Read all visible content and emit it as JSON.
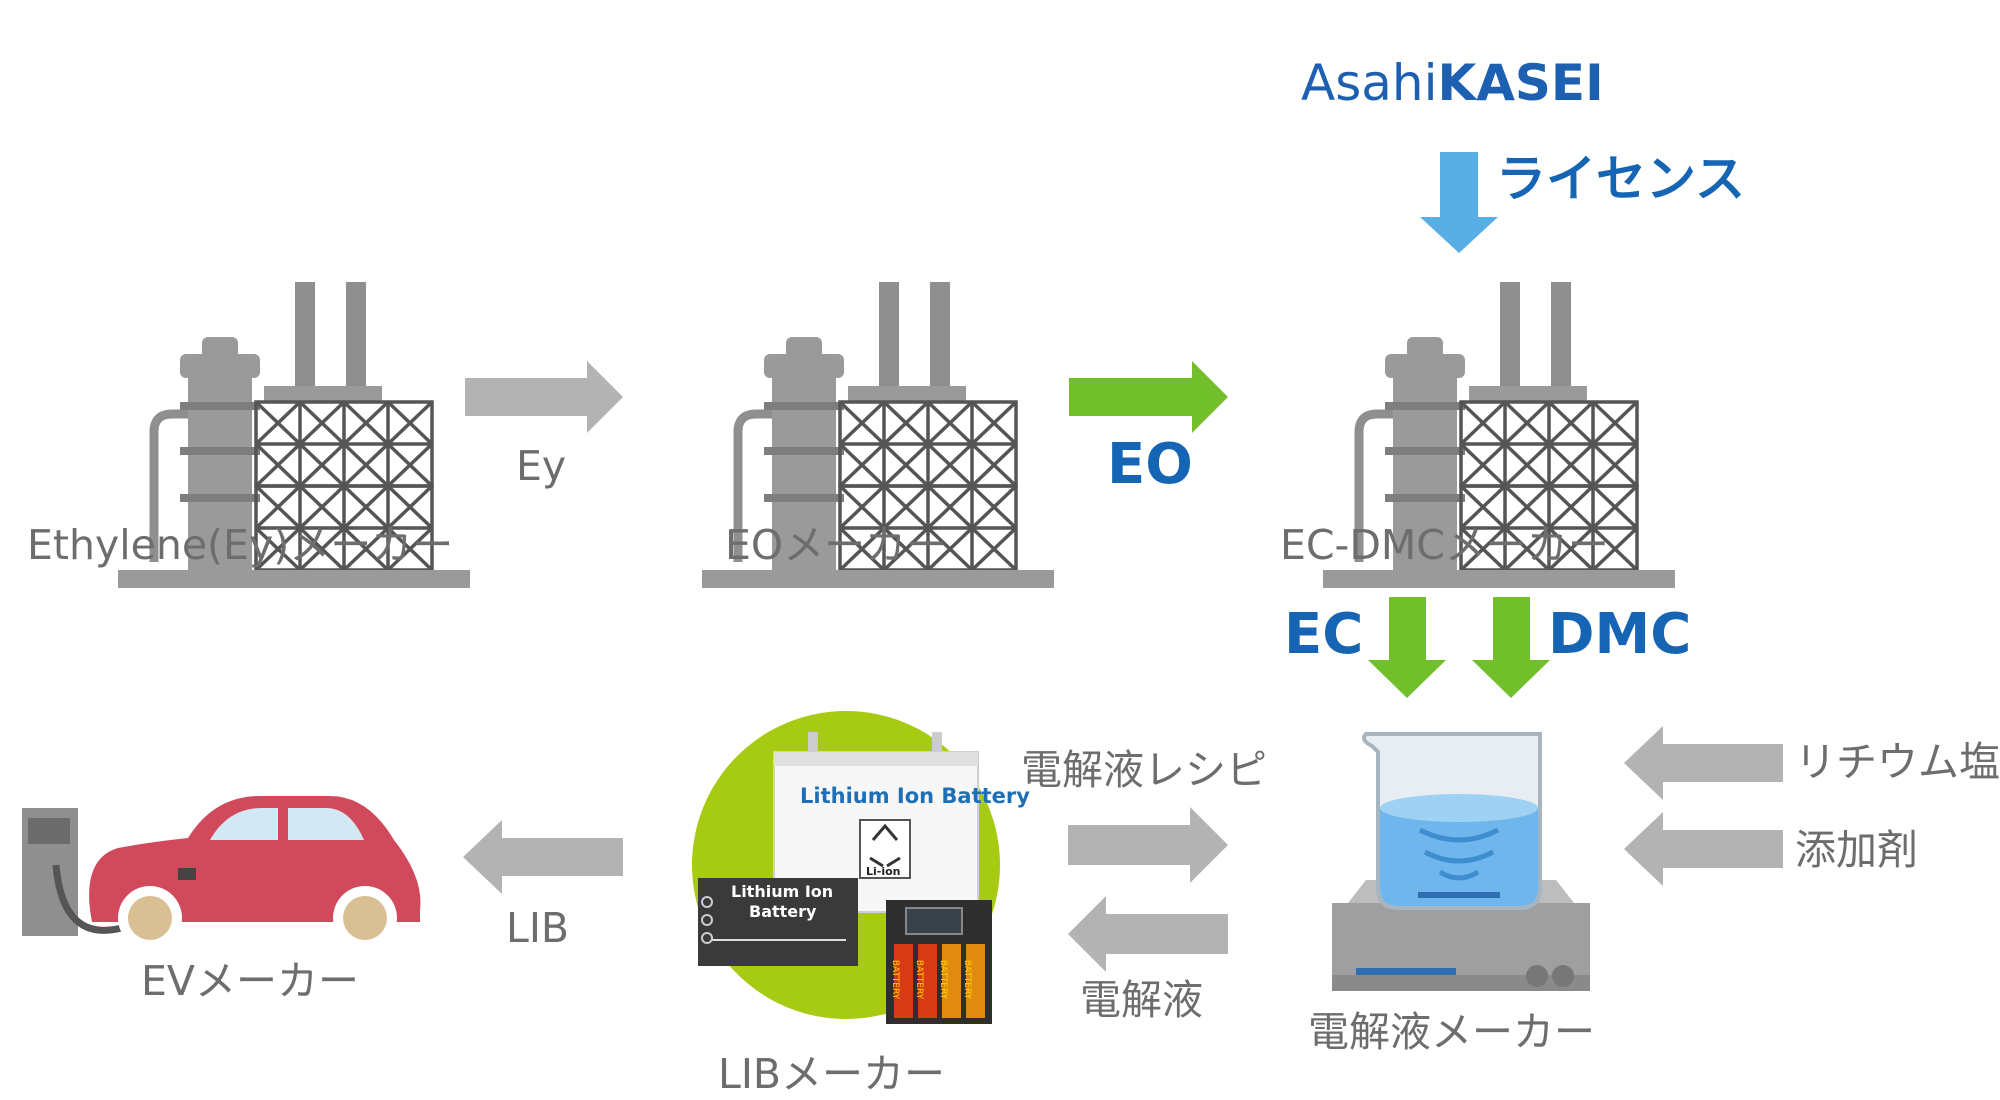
{
  "logo": {
    "text_light": "Asahi",
    "text_bold": "KASEI"
  },
  "license_label": "ライセンス",
  "nodes": {
    "ethylene_maker": "Ethylene(Ey)メーカー",
    "eo_maker": "EOメーカー",
    "ec_dmc_maker": "EC-DMCメーカー",
    "electrolyte_maker": "電解液メーカー",
    "lib_maker": "LIBメーカー",
    "ev_maker": "EVメーカー"
  },
  "flows": {
    "ey": "Ey",
    "eo": "EO",
    "ec": "EC",
    "dmc": "DMC",
    "lithium_salt": "リチウム塩",
    "additive": "添加剤",
    "electrolyte_recipe": "電解液レシピ",
    "electrolyte": "電解液",
    "lib": "LIB"
  },
  "battery_labels": {
    "big_battery": "Lithium Ion Battery",
    "recycle": "Li-ion",
    "small_battery_1": "Lithium Ion",
    "small_battery_2": "Battery",
    "aa_battery": "BATTERY"
  },
  "colors": {
    "gray_arrow": "#b3b3b3",
    "green_arrow": "#72bf2c",
    "blue_arrow": "#5aaee6",
    "blue_text": "#1565b4",
    "gray_text": "#6d6d6d",
    "lime_circle": "#a6cb12",
    "car_red": "#d14a5c"
  }
}
